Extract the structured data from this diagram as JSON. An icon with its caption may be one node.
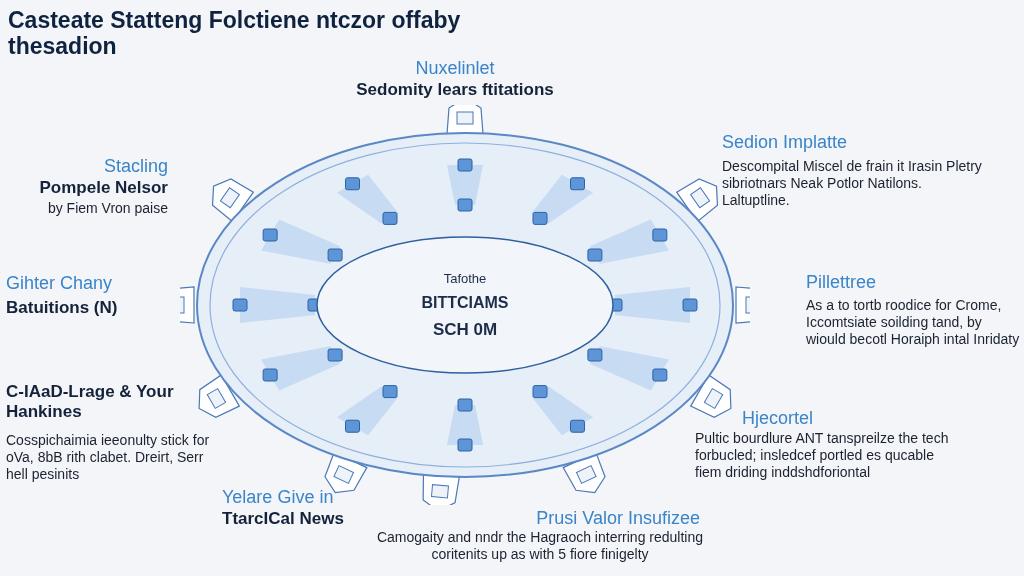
{
  "diagram": {
    "title": "Casteate Statteng Folctiene ntczor offaby thesadion",
    "nodes": [
      {
        "text": [
          "Tafothe",
          "BITTCIAMS",
          "SCH 0M"
        ]
      }
    ],
    "labels": [
      "Nuxelinlet",
      "Sedomity lears ftitations",
      "Stacling",
      "Pompele Nelsor",
      "by Fiem Vron paise",
      "Sedion Implatte",
      "Descompital Miscel de frain it Irasin Pletry sibriotnars Neak Potlor Natilons. Laltuptline.",
      "Gihter Chany",
      "Batuitions (N)",
      "Pillettree",
      "As a to tortb roodice for Crome, Iccomtsiate soilding tand, by wiould becotl Horaiph intal Inridaty",
      "C-IAaD-Lrage & Your Hankines",
      "Cosspichaimia ieeonulty stick for oVa, 8bB rith clabet. Dreirt, Serr hell pesinits",
      "Hjecortel",
      "Pultic bourdlure ANT tanspreilze the tech forbucled; insledcef portled es qucable fiem driding inddshdforiontal",
      "Yelare Give in",
      "TtarcICal News",
      "Prusi Valor Insufizee",
      "Camogaity and nndr the Hagraoch interring redulting coritenits up as with 5 fiore finigelty"
    ]
  }
}
